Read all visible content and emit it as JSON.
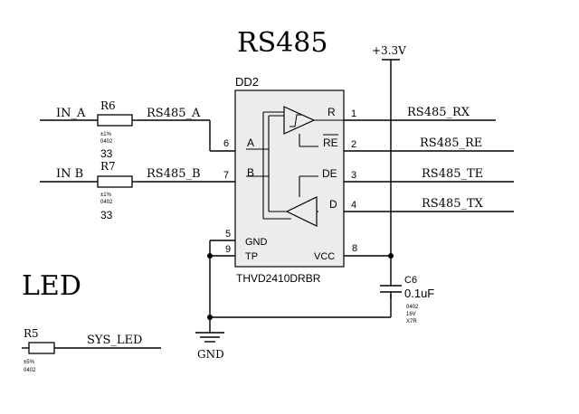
{
  "title": "RS485",
  "led_title": "LED",
  "supply": "+3.3V",
  "ground": "GND",
  "ic": {
    "ref": "DD2",
    "part": "THVD2410DRBR",
    "pins": {
      "p1": "1",
      "p2": "2",
      "p3": "3",
      "p4": "4",
      "p5": "5",
      "p6": "6",
      "p7": "7",
      "p8": "8",
      "p9": "9",
      "R": "R",
      "RE": "RE",
      "DE": "DE",
      "D": "D",
      "A": "A",
      "B": "B",
      "GND": "GND",
      "TP": "TP",
      "VCC": "VCC"
    }
  },
  "nets": {
    "in_a": "IN_A",
    "in_b": "IN B",
    "rs485_a": "RS485_A",
    "rs485_b": "RS485_B",
    "rs485_rx": "RS485_RX",
    "rs485_re": "RS485_RE",
    "rs485_te": "RS485_TE",
    "rs485_tx": "RS485_TX",
    "sys_led": "SYS_LED"
  },
  "components": {
    "r6": {
      "ref": "R6",
      "tol": "±1%",
      "pkg": "0402",
      "value": "33"
    },
    "r7": {
      "ref": "R7",
      "tol": "±1%",
      "pkg": "0402",
      "value": "33"
    },
    "r5": {
      "ref": "R5",
      "tol": "±5%",
      "pkg": "0402"
    },
    "c6": {
      "ref": "C6",
      "value": "0.1uF",
      "pkg": "0402",
      "voltage": "16V",
      "dielectric": "X7R"
    }
  }
}
